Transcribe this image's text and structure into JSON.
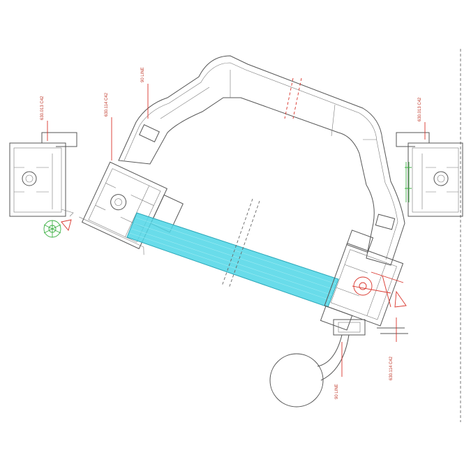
{
  "labels": {
    "left_profile": "630.013 C42",
    "left_upper_profile": "630.114 C42",
    "left_top_marker": "90 LINE",
    "right_profile": "630.013 C42",
    "right_lower_profile": "630.114 C42",
    "bottom_marker": "90 LINE"
  },
  "colors": {
    "line": "#555555",
    "annotation": "#d9342b",
    "accent_green": "#3cb043",
    "glass": "#4fd6e6"
  }
}
